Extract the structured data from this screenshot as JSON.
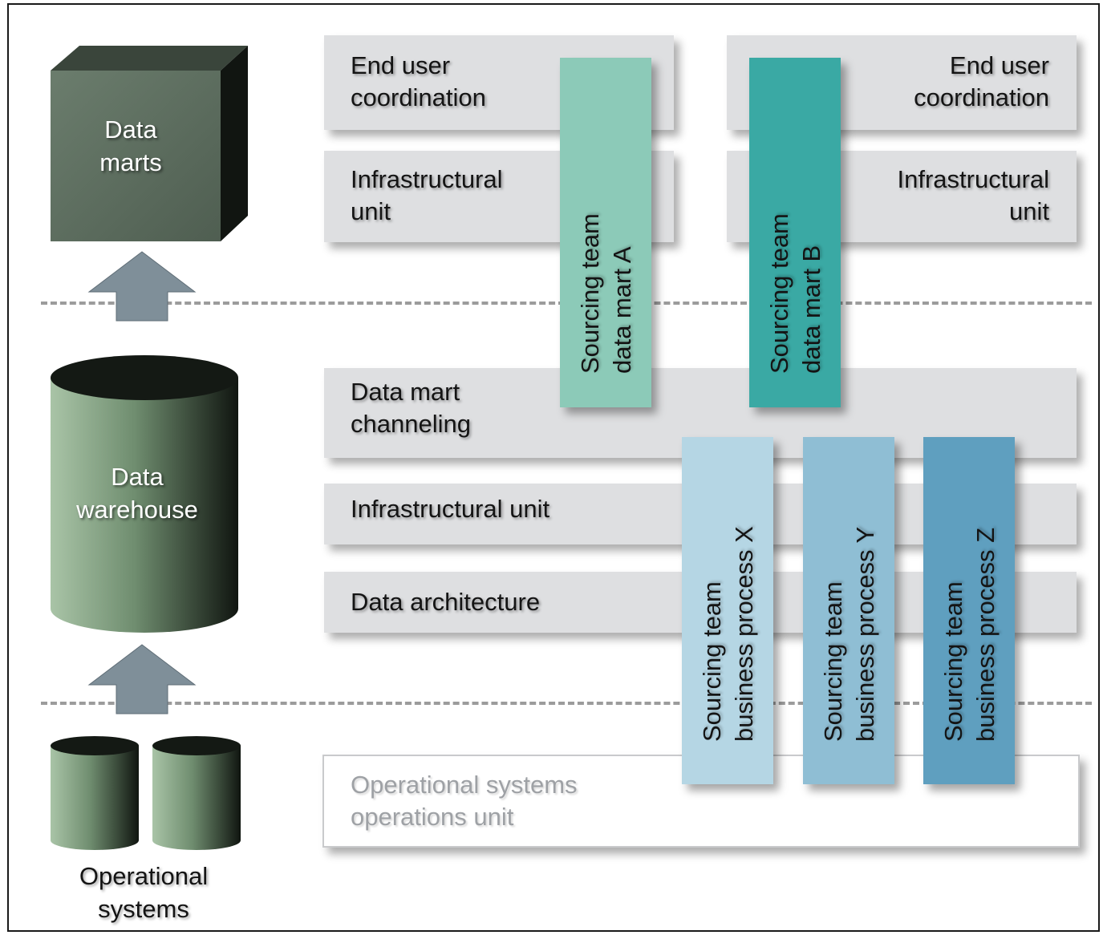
{
  "colors": {
    "band_fill": "#dedfe1",
    "data_mart_team_a": "#8ccab8",
    "data_mart_team_b": "#3aa9a4",
    "process_team_x": "#b5d6e4",
    "process_team_y": "#8fbed4",
    "process_team_z": "#5f9fbf",
    "cube": "#5a6a5c",
    "cylinder": "#6e8a6e",
    "arrow": "#7f8f99"
  },
  "left_column": {
    "data_marts_label": "Data\nmarts",
    "data_warehouse_label": "Data\nwarehouse",
    "operational_systems_label": "Operational\nsystems"
  },
  "bands": {
    "end_user_left": "End user\ncoordination",
    "infra_left": "Infrastructural\nunit",
    "end_user_right": "End user\ncoordination",
    "infra_right": "Infrastructural\nunit",
    "data_mart_channeling": "Data mart\nchanneling",
    "infra_middle": "Infrastructural unit",
    "data_architecture": "Data architecture",
    "operations_unit": "Operational systems\noperations unit"
  },
  "teams": {
    "data_mart_a": "Sourcing team\ndata mart A",
    "data_mart_b": "Sourcing team\ndata mart B",
    "process_x": "Sourcing team\nbusiness process X",
    "process_y": "Sourcing team\nbusiness process Y",
    "process_z": "Sourcing team\nbusiness process Z"
  }
}
